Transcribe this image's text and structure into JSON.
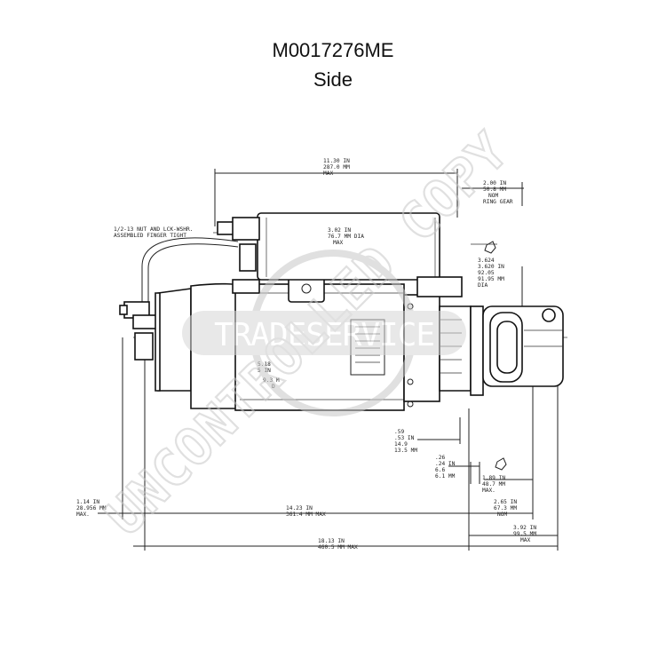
{
  "title": "M0017276ME",
  "subtitle": "Side",
  "watermark": {
    "diagonal_text": "UNCONTROLLED COPY",
    "logo_text": "TRADESERVICE",
    "color": "#c8c8c8"
  },
  "dimensions": {
    "top_overall": [
      "11.30 IN",
      "287.0 MM",
      "MAX"
    ],
    "ring_gear": [
      "2.00 IN",
      "50.8 MM",
      "NOM",
      "RING GEAR"
    ],
    "nut_note": [
      "1/2-13 NUT AND LCK-WSHR.",
      "ASSEMBLED FINGER TIGHT"
    ],
    "solenoid_dia": [
      "3.02 IN",
      "76.7 MM DIA",
      "MAX"
    ],
    "flange_dia": [
      "3.624",
      "3.620 IN",
      "92.05",
      "91.95 MM",
      "DIA"
    ],
    "motor_dia": [
      "5.18",
      "5 IN",
      "9.3 M",
      "D"
    ],
    "flange_thk": [
      ".59",
      ".53 IN",
      "14.9",
      "13.5 MM"
    ],
    "pinion_gap": [
      ".26",
      ".24 IN",
      "6.6",
      "6.1 MM"
    ],
    "pinion_len": [
      "1.89 IN",
      "48.7 MM",
      "MAX."
    ],
    "left_offset": [
      "1.14 IN",
      "28.956 MM",
      "MAX."
    ],
    "motor_len": [
      "14.23 IN",
      "361.4 MM MAX"
    ],
    "nose_len": [
      "2.65 IN",
      "67.3 MM",
      "NOM"
    ],
    "nose_max": [
      "3.92 IN",
      "99.5 MM",
      "MAX"
    ],
    "overall_len": [
      "18.13 IN",
      "460.5 MM MAX"
    ]
  }
}
